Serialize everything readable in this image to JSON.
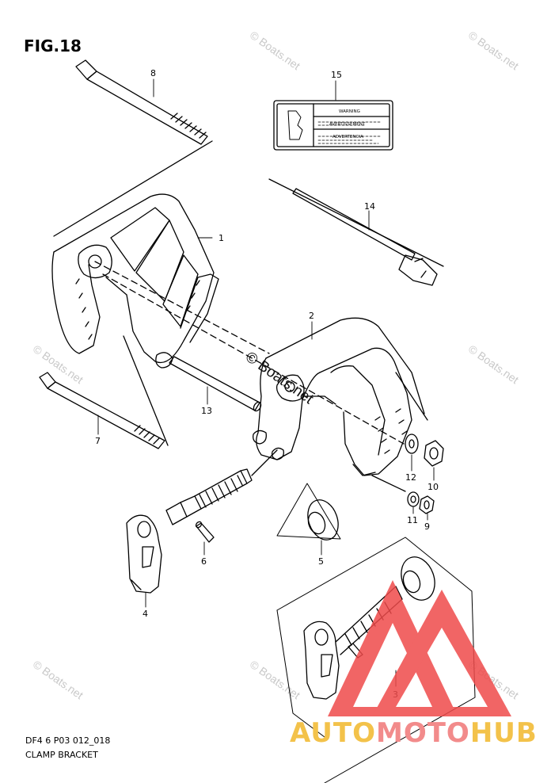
{
  "figure": {
    "title": "FIG.18",
    "code": "DF4 6 P03 012_018",
    "subtitle": "CLAMP BRACKET"
  },
  "parts": [
    {
      "number": "1"
    },
    {
      "number": "2"
    },
    {
      "number": "3"
    },
    {
      "number": "4"
    },
    {
      "number": "5"
    },
    {
      "number": "6"
    },
    {
      "number": "7"
    },
    {
      "number": "8"
    },
    {
      "number": "9"
    },
    {
      "number": "10"
    },
    {
      "number": "11"
    },
    {
      "number": "12"
    },
    {
      "number": "13"
    },
    {
      "number": "14"
    },
    {
      "number": "15"
    }
  ],
  "warning_label": {
    "lines": [
      "WARNING",
      "AVERTISSEMENT",
      "ADVERTENCIA"
    ]
  },
  "watermarks": {
    "small": "© Boats.net",
    "center": "© Boats.net"
  },
  "brand": {
    "part_a": "AUTO",
    "part_b": "MOTO",
    "part_c": "HUB",
    "triangle_color": "#ef4b4b",
    "accent_color": "#f3c24a"
  }
}
